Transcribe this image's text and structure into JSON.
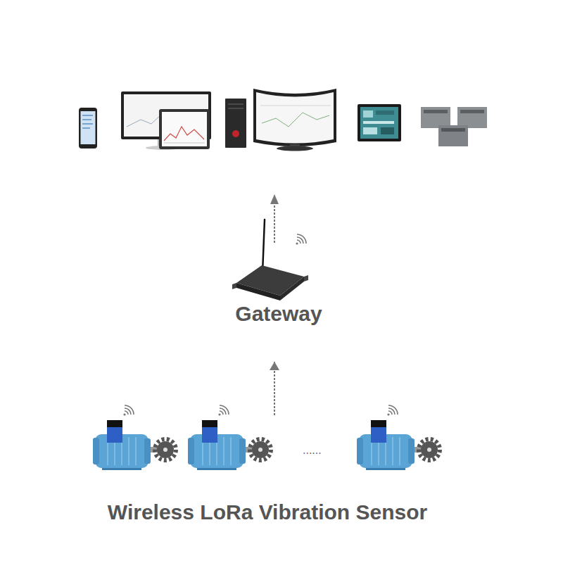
{
  "diagram": {
    "nodes": [
      {
        "text": [
          "Gateway"
        ]
      },
      {
        "text": [
          "Wireless LoRa Vibration Sensor"
        ]
      }
    ],
    "edges": [
      {
        "from": 1,
        "to": 0,
        "arrow": "to"
      }
    ],
    "labels": [
      "......"
    ]
  }
}
